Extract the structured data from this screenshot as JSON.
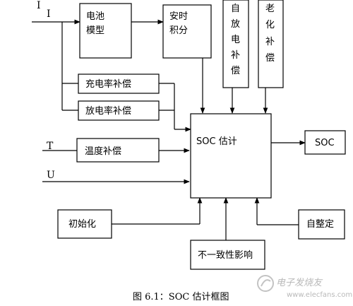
{
  "diagram": {
    "inputs": {
      "i_top": "I",
      "i": "I",
      "t": "T",
      "u": "U"
    },
    "blocks": {
      "battery_model_1": "电池",
      "battery_model_2": "模型",
      "integrator_1": "安时",
      "integrator_2": "积分",
      "self_discharge": [
        "自",
        "放",
        "电",
        "补",
        "偿"
      ],
      "aging": [
        "老",
        "化",
        "补",
        "偿"
      ],
      "charge_rate": "充电率补偿",
      "discharge_rate": "放电率补偿",
      "temperature": "温度补偿",
      "soc_estimation": "SOC 估计",
      "soc_output": "SOC",
      "initialization": "初始化",
      "self_calibration": "自整定",
      "inconsistency": "不一致性影响"
    },
    "caption": "图 6.1：SOC 估计框图"
  },
  "watermark": {
    "cn": "电子发烧友",
    "en": "www.elecfans.com"
  }
}
